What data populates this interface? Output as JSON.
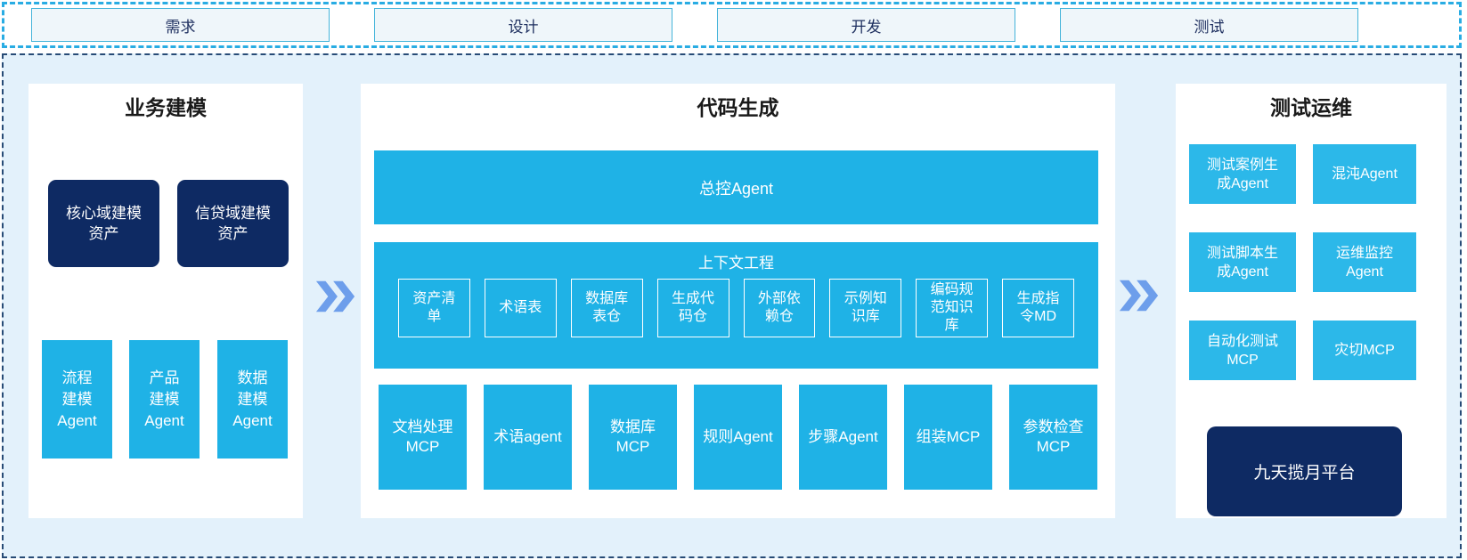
{
  "colors": {
    "cyan": "#1FB2E6",
    "cyan_light": "#2CB8E9",
    "navy": "#0E2A63",
    "container_bg": "#E3F1FB",
    "panel_bg": "#FFFFFF",
    "phase_fill": "#EFF6FA",
    "phase_border": "#45B4DA",
    "phase_text": "#1F3060",
    "top_border": "#29ACE3",
    "main_border": "#274B76",
    "arrow": "#6D9EEB"
  },
  "phases": {
    "items": [
      {
        "label": "需求"
      },
      {
        "label": "设计"
      },
      {
        "label": "开发"
      },
      {
        "label": "测试"
      }
    ]
  },
  "business": {
    "title": "业务建模",
    "assets": [
      {
        "label": "核心域建模\n资产"
      },
      {
        "label": "信贷域建模\n资产"
      }
    ],
    "agents": [
      {
        "label": "流程\n建模\nAgent"
      },
      {
        "label": "产品\n建模\nAgent"
      },
      {
        "label": "数据\n建模\nAgent"
      }
    ]
  },
  "codegen": {
    "title": "代码生成",
    "master_agent": "总控Agent",
    "context": {
      "title": "上下文工程",
      "items": [
        {
          "label": "资产清\n单"
        },
        {
          "label": "术语表"
        },
        {
          "label": "数据库\n表仓"
        },
        {
          "label": "生成代\n码仓"
        },
        {
          "label": "外部依\n赖仓"
        },
        {
          "label": "示例知\n识库"
        },
        {
          "label": "编码规\n范知识\n库"
        },
        {
          "label": "生成指\n令MD"
        }
      ]
    },
    "workers": [
      {
        "label": "文档处理\nMCP"
      },
      {
        "label": "术语agent"
      },
      {
        "label": "数据库\nMCP"
      },
      {
        "label": "规则Agent"
      },
      {
        "label": "步骤Agent"
      },
      {
        "label": "组装MCP"
      },
      {
        "label": "参数检查\nMCP"
      }
    ]
  },
  "testops": {
    "title": "测试运维",
    "cells": [
      {
        "label": "测试案例生\n成Agent"
      },
      {
        "label": "混沌Agent"
      },
      {
        "label": "测试脚本生\n成Agent"
      },
      {
        "label": "运维监控\nAgent"
      },
      {
        "label": "自动化测试\nMCP"
      },
      {
        "label": "灾切MCP"
      }
    ],
    "platform": "九天揽月平台"
  }
}
